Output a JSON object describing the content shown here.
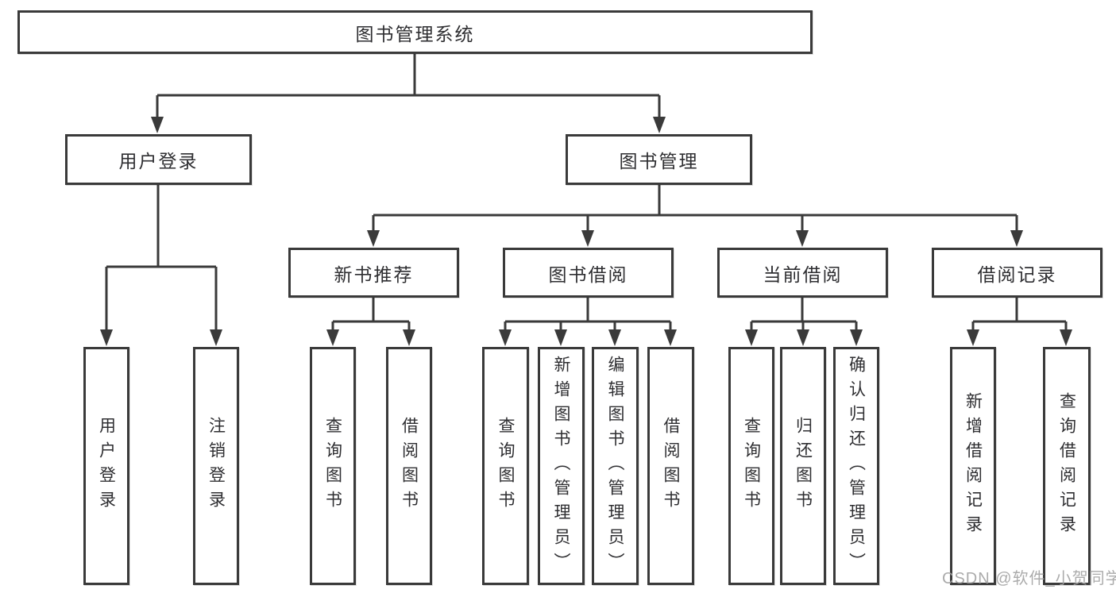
{
  "title": "图书管理系统",
  "colors": {
    "line": "#3a3a3a",
    "text": "#2e2e31",
    "watermark": "#a3a3a3",
    "bg": "#ffffff"
  },
  "tree": {
    "root": {
      "label": "图书管理系统"
    },
    "children": [
      {
        "label": "用户登录",
        "children": [
          {
            "label": "用户登录"
          },
          {
            "label": "注销登录"
          }
        ]
      },
      {
        "label": "图书管理",
        "children": [
          {
            "label": "新书推荐",
            "children": [
              {
                "label": "查询图书"
              },
              {
                "label": "借阅图书"
              }
            ]
          },
          {
            "label": "图书借阅",
            "children": [
              {
                "label": "查询图书"
              },
              {
                "label": "新增图书（管理员）"
              },
              {
                "label": "编辑图书（管理员）"
              },
              {
                "label": "借阅图书"
              }
            ]
          },
          {
            "label": "当前借阅",
            "children": [
              {
                "label": "查询图书"
              },
              {
                "label": "归还图书"
              },
              {
                "label": "确认归还（管理员）"
              }
            ]
          },
          {
            "label": "借阅记录",
            "children": [
              {
                "label": "新增借阅记录"
              },
              {
                "label": "查询借阅记录"
              }
            ]
          }
        ]
      }
    ]
  },
  "watermark": "CSDN @软件_小贺同学"
}
